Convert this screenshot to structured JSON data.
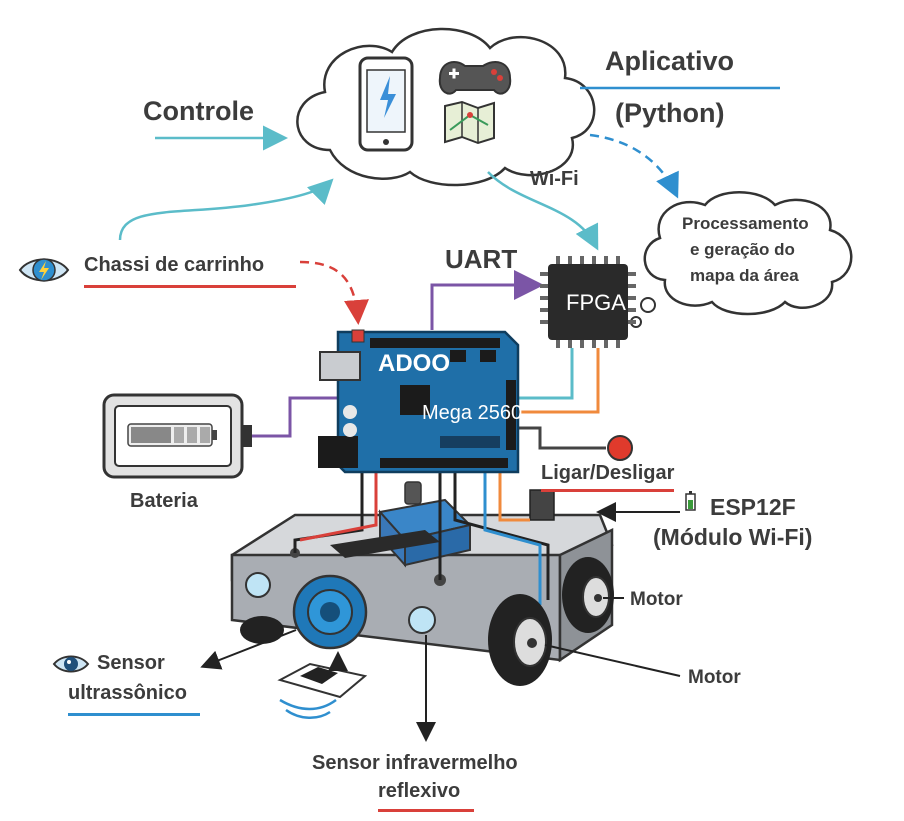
{
  "labels": {
    "controle": "Controle",
    "aplicativo": "Aplicativo",
    "python": "(Python)",
    "wifi": "Wi-Fi",
    "chassi": "Chassi de carrinho",
    "uart": "UART",
    "processamento_1": "Processamento",
    "processamento_2": "e geração do",
    "processamento_3": "mapa da área",
    "fpga": "FPGA",
    "board_brand": "ADOO",
    "board_model": "Mega 2560",
    "bateria": "Bateria",
    "ligar": "Ligar/Desligar",
    "esp_1": "ESP12F",
    "esp_2": "(Módulo Wi-Fi)",
    "motor_1": "Motor",
    "motor_2": "Motor",
    "sensor_us_1": "Sensor",
    "sensor_us_2": "ultrassônico",
    "sensor_ir_1": "Sensor infravermelho",
    "sensor_ir_2": "reflexivo"
  },
  "colors": {
    "teal_arrow": "#5bbcc9",
    "red_accent": "#d9403a",
    "purple_wire": "#7b55a6",
    "orange_wire": "#f08a3c",
    "board_blue": "#1f6fa8",
    "chassis_gray": "#a9adb3"
  },
  "icons": [
    "smartphone-icon",
    "gamepad-icon",
    "map-icon",
    "eye-bolt-icon",
    "eye-icon",
    "battery-small-icon",
    "power-button-icon"
  ]
}
